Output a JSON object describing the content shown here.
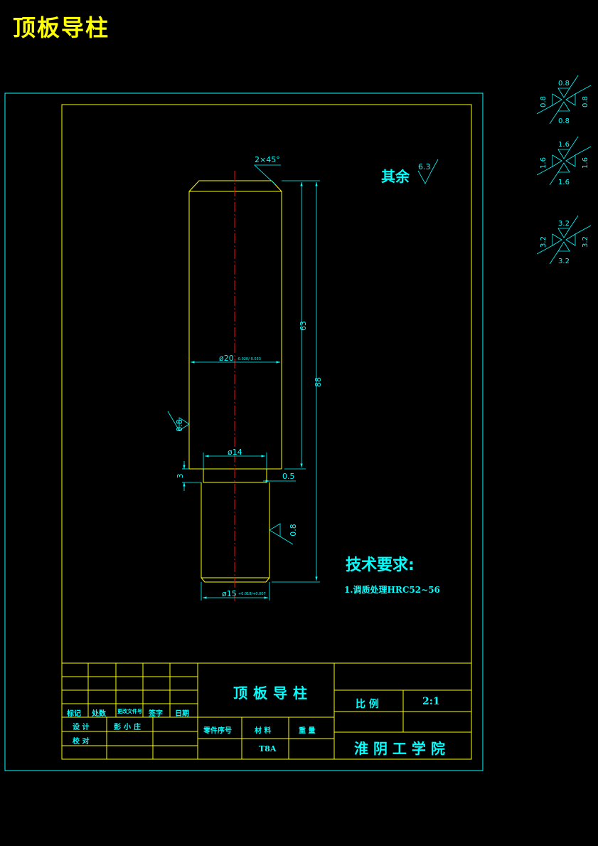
{
  "page_title": "顶板导柱",
  "colors": {
    "background": "#000000",
    "outline": "#ffff00",
    "dimension": "#00ffff",
    "centerline": "#ff0000",
    "title_text": "#ffff00"
  },
  "roughness_legend": [
    "0.8",
    "1.6",
    "3.2"
  ],
  "remaining_roughness": {
    "label": "其余",
    "value": "6.3"
  },
  "dimensions": {
    "chamfer": "2×45°",
    "length_upper": "63",
    "length_total": "88",
    "diameter_main": "ø20",
    "diameter_main_tol": "-0.020/-0.033",
    "roughness_main": "0.8",
    "diameter_shoulder": "ø14",
    "shoulder_height": "3",
    "shoulder_offset": "0.5",
    "roughness_lower": "0.8",
    "diameter_lower": "ø15",
    "diameter_lower_tol": "+0.018/+0.007"
  },
  "tech_requirements": {
    "title": "技术要求:",
    "items": [
      "1.调质处理HRC52~56"
    ]
  },
  "title_block": {
    "part_name": "顶板导柱",
    "headers": [
      "标记",
      "处数",
      "更改文件号",
      "签字",
      "日期"
    ],
    "design_label": "设 计",
    "designer": "彭小庄",
    "check_label": "校 对",
    "part_no_label": "零件序号",
    "material_label": "材 料",
    "material": "T8A",
    "weight_label": "重 量",
    "scale_label": "比 例",
    "scale": "2:1",
    "school": "淮 阴 工 学 院"
  }
}
